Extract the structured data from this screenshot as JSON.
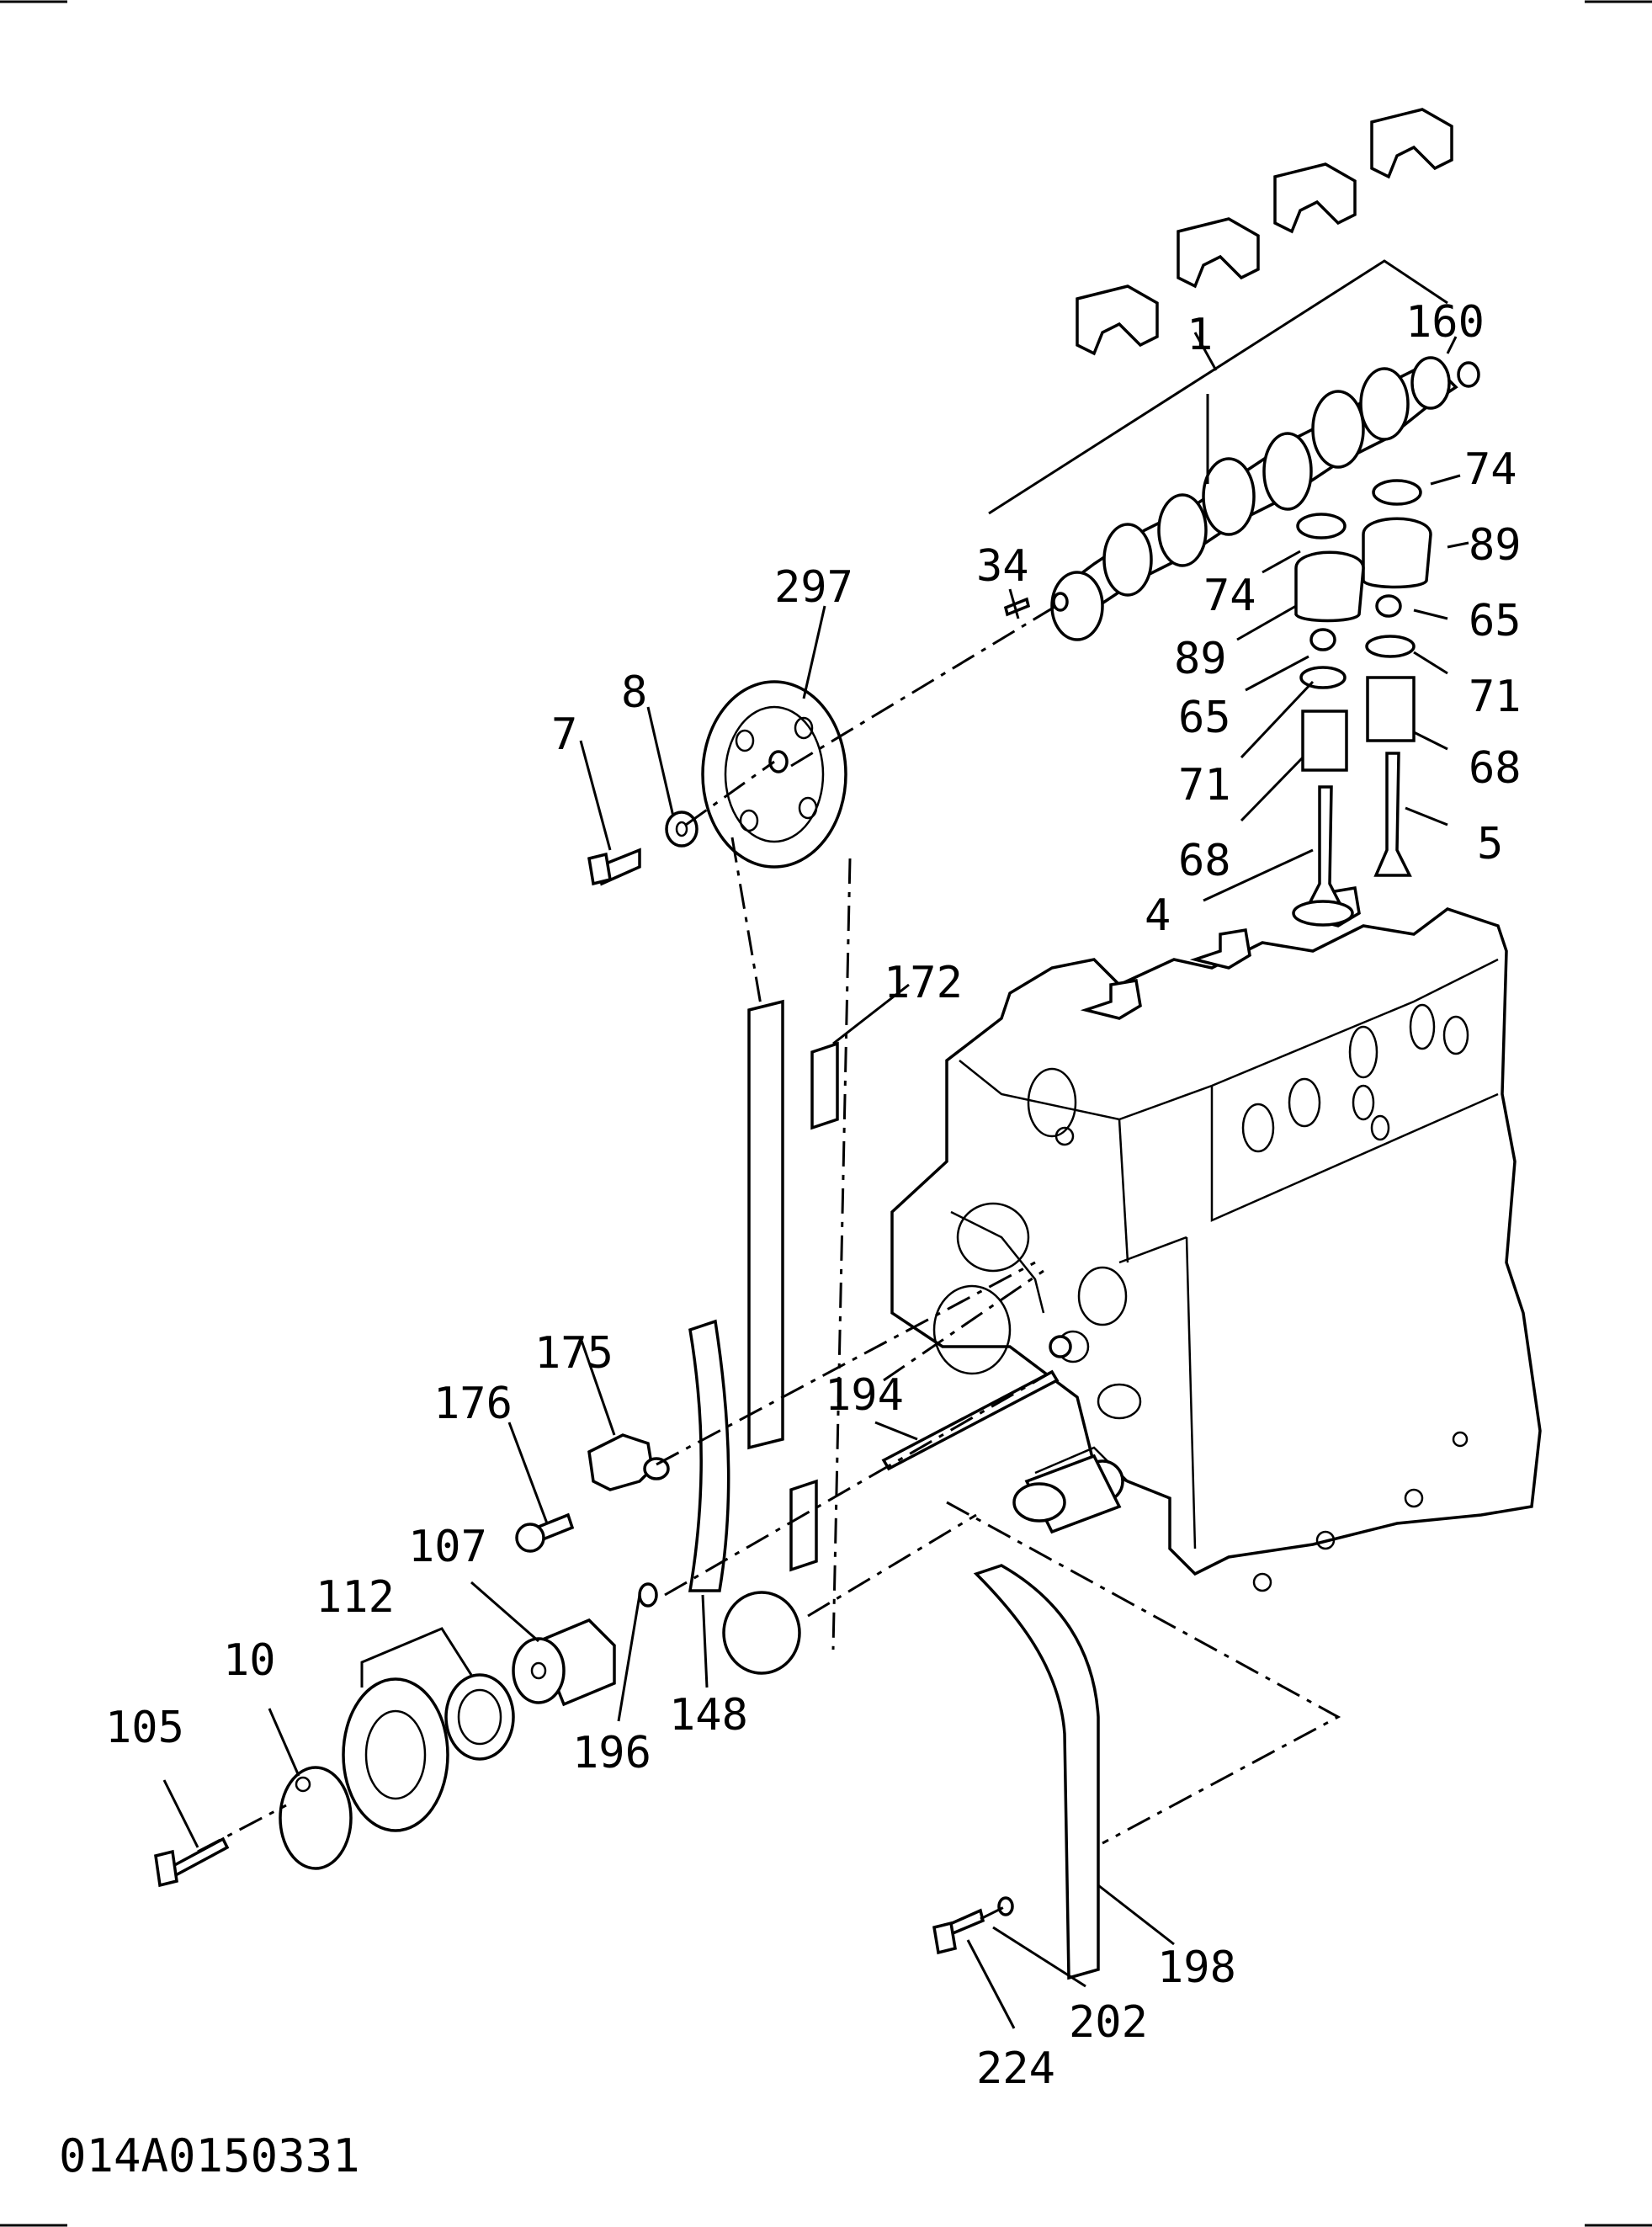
{
  "drawing_code": "014A0150331",
  "callouts": [
    {
      "id": "c1",
      "label": "1"
    },
    {
      "id": "c160",
      "label": "160"
    },
    {
      "id": "c74a",
      "label": "74"
    },
    {
      "id": "c89a",
      "label": "89"
    },
    {
      "id": "c65a",
      "label": "65"
    },
    {
      "id": "c71a",
      "label": "71"
    },
    {
      "id": "c68a",
      "label": "68"
    },
    {
      "id": "c5",
      "label": "5"
    },
    {
      "id": "c34",
      "label": "34"
    },
    {
      "id": "c74b",
      "label": "74"
    },
    {
      "id": "c89b",
      "label": "89"
    },
    {
      "id": "c65b",
      "label": "65"
    },
    {
      "id": "c71b",
      "label": "71"
    },
    {
      "id": "c68b",
      "label": "68"
    },
    {
      "id": "c4",
      "label": "4"
    },
    {
      "id": "c297",
      "label": "297"
    },
    {
      "id": "c8",
      "label": "8"
    },
    {
      "id": "c7",
      "label": "7"
    },
    {
      "id": "c172",
      "label": "172"
    },
    {
      "id": "c175",
      "label": "175"
    },
    {
      "id": "c176",
      "label": "176"
    },
    {
      "id": "c194",
      "label": "194"
    },
    {
      "id": "c107",
      "label": "107"
    },
    {
      "id": "c112",
      "label": "112"
    },
    {
      "id": "c10",
      "label": "10"
    },
    {
      "id": "c105",
      "label": "105"
    },
    {
      "id": "c196",
      "label": "196"
    },
    {
      "id": "c148",
      "label": "148"
    },
    {
      "id": "c198",
      "label": "198"
    },
    {
      "id": "c202",
      "label": "202"
    },
    {
      "id": "c224",
      "label": "224"
    }
  ]
}
